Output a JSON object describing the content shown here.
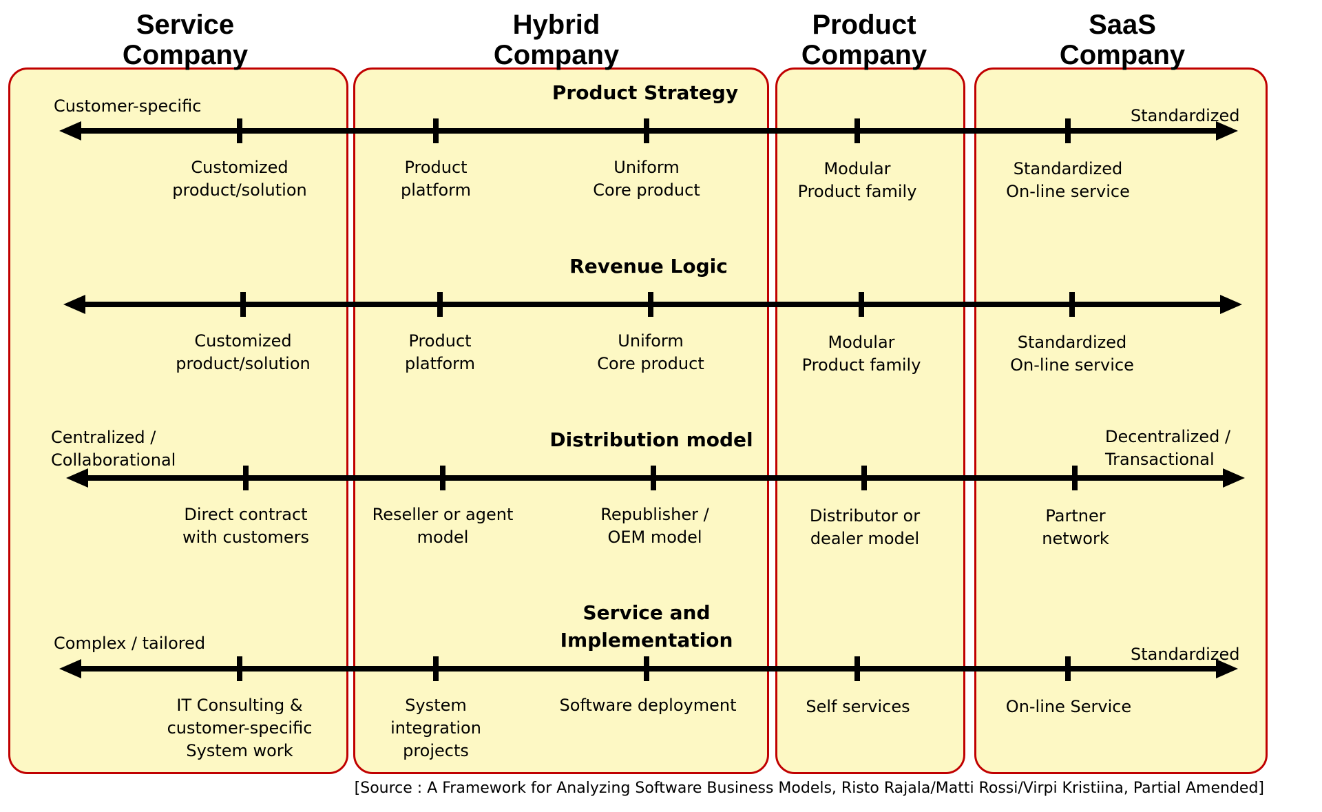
{
  "columns": [
    {
      "title": "Service\nCompany"
    },
    {
      "title": "Hybrid\nCompany"
    },
    {
      "title": "Product\nCompany"
    },
    {
      "title": "SaaS\nCompany"
    }
  ],
  "rows": [
    {
      "title": "Product Strategy",
      "left_label": "Customer-specific",
      "right_label": "Standardized",
      "ticks": [
        "Customized\nproduct/solution",
        "Product\nplatform",
        "Uniform\nCore product",
        "Modular\nProduct family",
        "Standardized\nOn-line service"
      ]
    },
    {
      "title": "Revenue Logic",
      "left_label": "",
      "right_label": "",
      "ticks": [
        "Customized\nproduct/solution",
        "Product\nplatform",
        "Uniform\nCore product",
        "Modular\nProduct family",
        "Standardized\nOn-line service"
      ]
    },
    {
      "title": "Distribution model",
      "left_label": "Centralized /\nCollaborational",
      "right_label": "Decentralized /\nTransactional",
      "ticks": [
        "Direct contract\nwith customers",
        "Reseller or agent\nmodel",
        "Republisher /\nOEM model",
        "Distributor or\ndealer model",
        "Partner\nnetwork"
      ]
    },
    {
      "title": "Service and\nImplementation",
      "left_label": "Complex / tailored",
      "right_label": "Standardized",
      "ticks": [
        "IT Consulting &\ncustomer-specific\nSystem work",
        "System\nintegration\nprojects",
        "Software deployment",
        "Self services",
        "On-line Service"
      ]
    }
  ],
  "source": "[Source : A Framework for Analyzing Software Business Models, Risto Rajala/Matti Rossi/Virpi Kristiina, Partial Amended]",
  "colors": {
    "box_fill": "#fdf8c4",
    "box_border": "#c00000",
    "axis": "#000000"
  }
}
